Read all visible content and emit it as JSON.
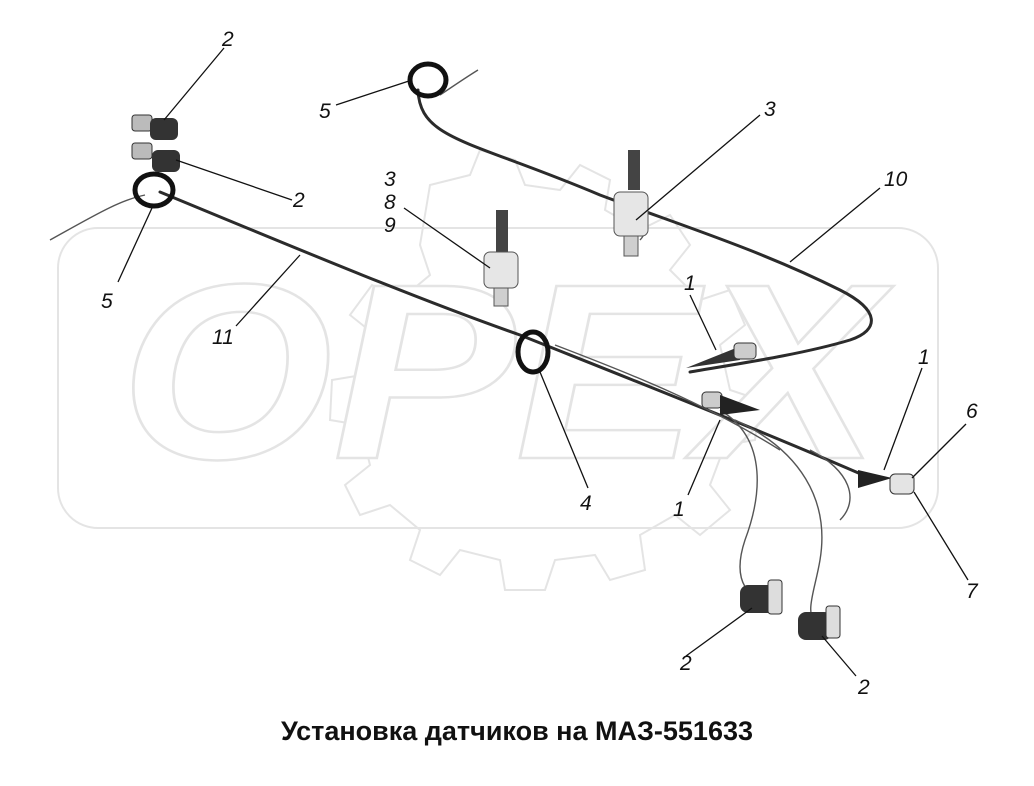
{
  "caption": "Установка датчиков на МАЗ-551633",
  "watermark": "OPEX",
  "callouts": {
    "c2_top": "2",
    "c2_mid": "2",
    "c5_top": "5",
    "c5_left": "5",
    "c3_top": "3",
    "c3_stack": "3",
    "c8": "8",
    "c9": "9",
    "c10": "10",
    "c11": "11",
    "c1_upper": "1",
    "c1_lower": "1",
    "c1_right": "1",
    "c4": "4",
    "c6": "6",
    "c7": "7",
    "c2_bot_left": "2",
    "c2_bot_right": "2"
  }
}
